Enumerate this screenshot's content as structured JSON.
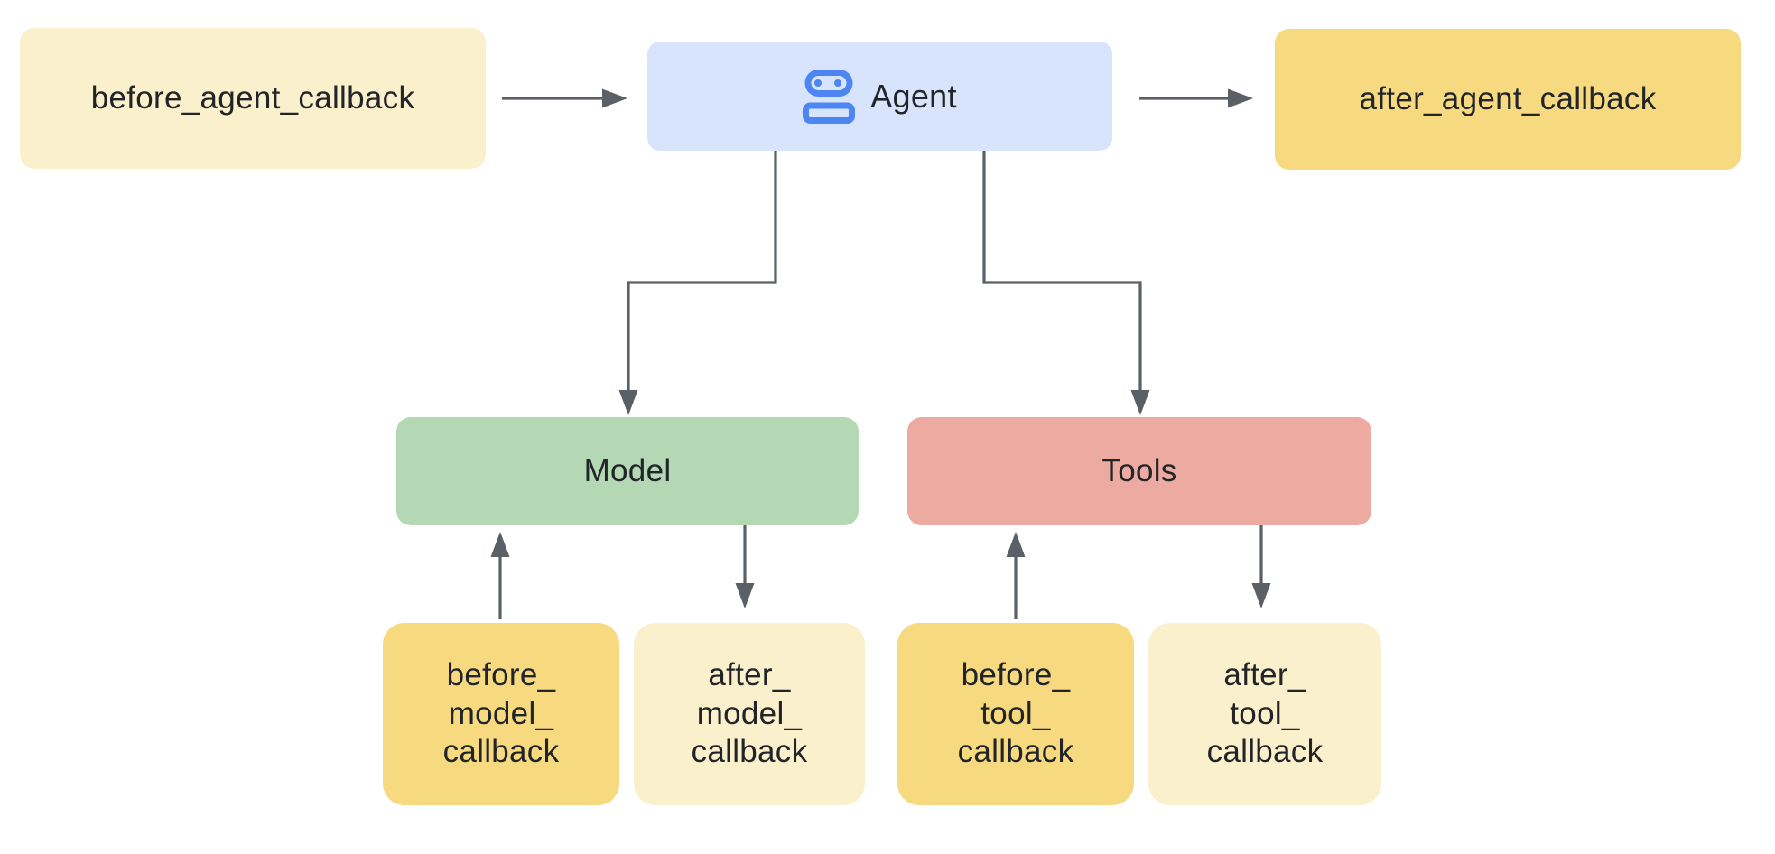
{
  "diagram": {
    "background": "#ffffff",
    "colors": {
      "cream_box": "#fbf0cc",
      "gold_box": "#f7d980",
      "blue_box": "#d8e4fb",
      "green_box": "#b4d8b3",
      "salmon_box": "#ecaaa1",
      "robot_icon": "#4d86f2",
      "connector": "#5a6065",
      "text": "#212429"
    },
    "nodes": {
      "before_agent": {
        "label": "before_agent_callback",
        "fill": "#fbf0cc"
      },
      "agent": {
        "label": "Agent",
        "fill": "#d8e4fb",
        "icon": "robot-icon"
      },
      "after_agent": {
        "label": "after_agent_callback",
        "fill": "#f7d980"
      },
      "model": {
        "label": "Model",
        "fill": "#b4d8b3"
      },
      "tools": {
        "label": "Tools",
        "fill": "#ecaaa1"
      },
      "before_model": {
        "lines": [
          "before_",
          "model_",
          "callback"
        ],
        "fill": "#f7d980"
      },
      "after_model": {
        "lines": [
          "after_",
          "model_",
          "callback"
        ],
        "fill": "#fbf0cc"
      },
      "before_tool": {
        "lines": [
          "before_",
          "tool_",
          "callback"
        ],
        "fill": "#f7d980"
      },
      "after_tool": {
        "lines": [
          "after_",
          "tool_",
          "callback"
        ],
        "fill": "#fbf0cc"
      }
    },
    "edges": [
      {
        "from": "before_agent_callback",
        "to": "Agent",
        "shape": "straight-right"
      },
      {
        "from": "Agent",
        "to": "after_agent_callback",
        "shape": "straight-right"
      },
      {
        "from": "Agent",
        "to": "Model",
        "shape": "elbow-down"
      },
      {
        "from": "Agent",
        "to": "Tools",
        "shape": "elbow-down"
      },
      {
        "from": "before_model_callback",
        "to": "Model",
        "shape": "straight-up"
      },
      {
        "from": "Model",
        "to": "after_model_callback",
        "shape": "straight-down"
      },
      {
        "from": "before_tool_callback",
        "to": "Tools",
        "shape": "straight-up"
      },
      {
        "from": "Tools",
        "to": "after_tool_callback",
        "shape": "straight-down"
      }
    ]
  }
}
